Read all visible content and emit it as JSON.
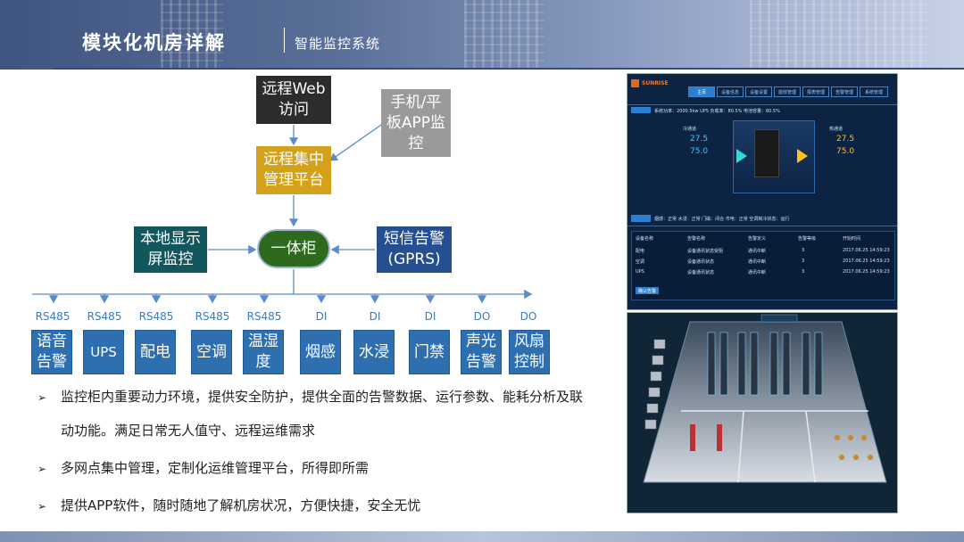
{
  "header": {
    "title": "模块化机房详解",
    "subtitle": "智能监控系统"
  },
  "diagram": {
    "web": [
      "远程Web",
      "访问"
    ],
    "app": [
      "手机/平",
      "板APP监",
      "控"
    ],
    "platform": [
      "远程集中",
      "管理平台"
    ],
    "local": [
      "本地显示",
      "屏监控"
    ],
    "core": "一体柜",
    "sms": [
      "短信告警",
      "(GPRS)"
    ],
    "endpoints": [
      {
        "proto": "RS485",
        "name": [
          "语音",
          "告警"
        ]
      },
      {
        "proto": "RS485",
        "name": [
          "UPS"
        ]
      },
      {
        "proto": "RS485",
        "name": [
          "配电"
        ]
      },
      {
        "proto": "RS485",
        "name": [
          "空调"
        ]
      },
      {
        "proto": "RS485",
        "name": [
          "温湿",
          "度"
        ]
      },
      {
        "proto": "DI",
        "name": [
          "烟感"
        ]
      },
      {
        "proto": "DI",
        "name": [
          "水浸"
        ]
      },
      {
        "proto": "DI",
        "name": [
          "门禁"
        ]
      },
      {
        "proto": "DO",
        "name": [
          "声光",
          "告警"
        ]
      },
      {
        "proto": "DO",
        "name": [
          "风扇",
          "控制"
        ]
      }
    ]
  },
  "bullets": [
    {
      "text": "监控柜内重要动力环境，提供安全防护，提供全面的告警数据、运行参数、能耗分析及联",
      "cont": "动功能。满足日常无人值守、远程运维需求"
    },
    {
      "text": "多网点集中管理，定制化运维管理平台，所得即所需"
    },
    {
      "text": "提供APP软件，随时随地了解机房状况，方便快捷，安全无忧"
    }
  ],
  "bullet_marker": "➢",
  "screenshot1": {
    "brand": "SUNRISE",
    "tabs": [
      "主页",
      "设备信息",
      "设备设置",
      "能效管理",
      "报表管理",
      "告警管理",
      "系统管理"
    ],
    "readout": "系统功率：2000.5kw    UPS 负载率：80.5%    电池容量：80.5%",
    "cold_label": "冷通道",
    "hot_label": "热通道",
    "cold_temp": "27.5",
    "cold_hum": "75.0",
    "hot_temp": "27.5",
    "hot_hum": "75.0",
    "status_bar": "烟感：正常   水浸：正常   门磁：闭合   市电：正常   空调制冷状态：运行",
    "table_headers": [
      "设备名称",
      "告警名称",
      "告警定义",
      "告警等级",
      "开始时间"
    ],
    "table_rows": [
      [
        "配电",
        "设备通讯状态受阻",
        "通讯中断",
        "3",
        "2017.06.25 14:59:23"
      ],
      [
        "空调",
        "设备通讯状态",
        "通讯中断",
        "3",
        "2017.06.25 14:59:23"
      ],
      [
        "UPS",
        "设备通讯状态",
        "通讯中断",
        "3",
        "2017.06.25 14:59:23"
      ]
    ],
    "button": "确认告警"
  },
  "colors": {
    "blue": "#2e6fb0",
    "line": "#5b8bc9",
    "label": "#3a7ac2",
    "core": "#2e6a1e"
  }
}
